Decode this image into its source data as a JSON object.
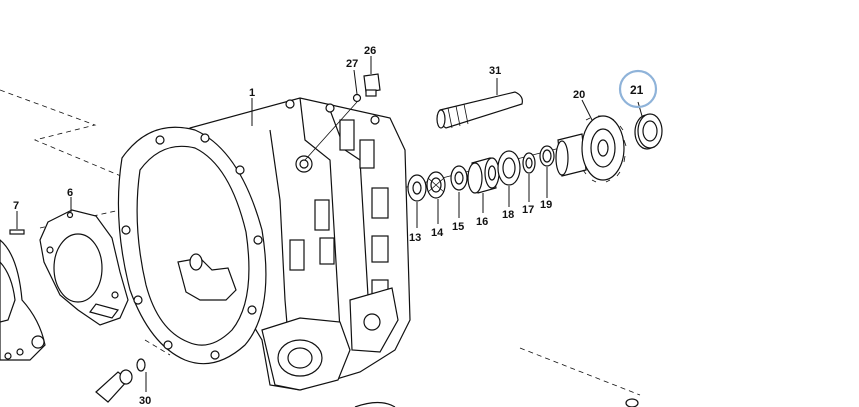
{
  "callouts": {
    "p1": "1",
    "p6": "6",
    "p7": "7",
    "p13": "13",
    "p14": "14",
    "p15": "15",
    "p16": "16",
    "p17": "17",
    "p18": "18",
    "p19": "19",
    "p20": "20",
    "p21": "21",
    "p26": "26",
    "p27": "27",
    "p30": "30",
    "p31": "31"
  },
  "highlight": {
    "part": "21",
    "ring_color": "#8fb3d9"
  },
  "colors": {
    "ink": "#111111",
    "background": "#ffffff"
  }
}
